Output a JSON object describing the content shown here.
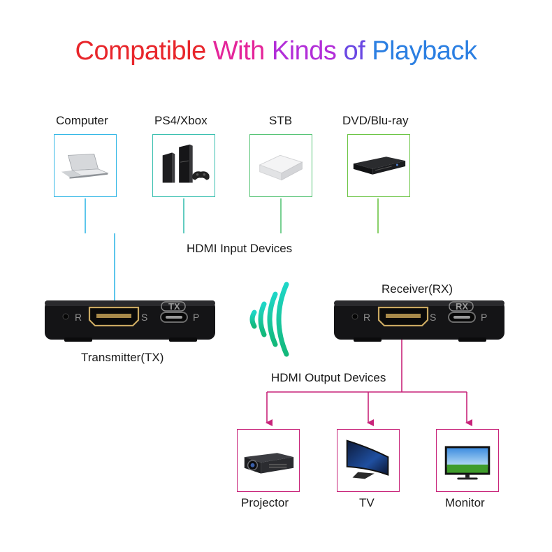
{
  "title": {
    "segments": [
      {
        "text": "Compatible ",
        "color": "#e8262b"
      },
      {
        "text": "With ",
        "color": "#e4259a"
      },
      {
        "text": "Kinds ",
        "color": "#b22ed8"
      },
      {
        "text": "of ",
        "color": "#6a48e3"
      },
      {
        "text": "Playback",
        "color": "#2b7fe2"
      }
    ]
  },
  "inputs": {
    "label": "HDMI Input Devices",
    "items": [
      {
        "label": "Computer",
        "icon": "laptop-icon",
        "border": "#35b8e6"
      },
      {
        "label": "PS4/Xbox",
        "icon": "game-console-icon",
        "border": "#3bc0b0"
      },
      {
        "label": "STB",
        "icon": "set-top-box-icon",
        "border": "#57c476"
      },
      {
        "label": "DVD/Blu-ray",
        "icon": "dvd-player-icon",
        "border": "#6cc545"
      }
    ]
  },
  "transmitter": {
    "label": "Transmitter(TX)",
    "badge": "TX",
    "left_mark": "R",
    "mid_mark": "S",
    "right_mark": "P"
  },
  "receiver": {
    "label": "Receiver(RX)",
    "badge": "RX",
    "left_mark": "R",
    "mid_mark": "S",
    "right_mark": "P"
  },
  "outputs": {
    "label": "HDMI Output Devices",
    "color": "#c8247a",
    "items": [
      {
        "label": "Projector",
        "icon": "projector-icon"
      },
      {
        "label": "TV",
        "icon": "tv-icon"
      },
      {
        "label": "Monitor",
        "icon": "monitor-icon"
      }
    ]
  },
  "wifi_icon": "wireless-signal-icon"
}
